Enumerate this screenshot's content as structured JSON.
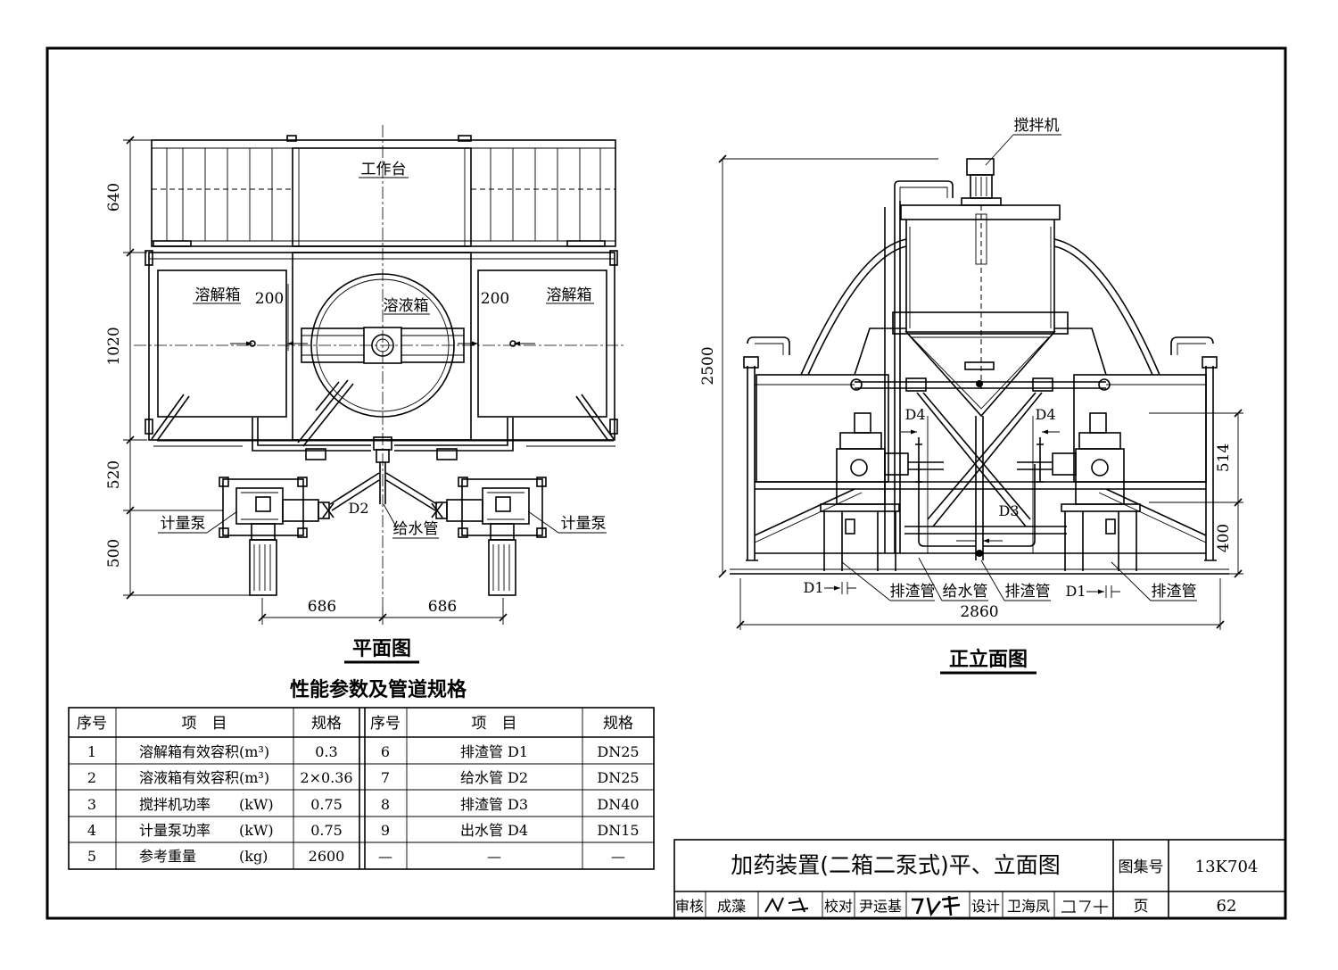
{
  "plan": {
    "title": "平面图",
    "labels": {
      "workbench": "工作台",
      "dissolve_left": "溶解箱",
      "dissolve_right": "溶解箱",
      "solution": "溶液箱",
      "pump_left": "计量泵",
      "pump_right": "计量泵",
      "water_pipe": "给水管",
      "d2": "D2"
    },
    "dims": {
      "v640": "640",
      "v1020": "1020",
      "v520": "520",
      "v500": "500",
      "gap_left": "200",
      "gap_right": "200",
      "h686_left": "686",
      "h686_right": "686"
    }
  },
  "elevation": {
    "title": "正立面图",
    "labels": {
      "mixer": "搅拌机",
      "d4_left": "D4",
      "d4_right": "D4",
      "d3": "D3",
      "d1_left": "D1",
      "d1_right": "D1",
      "slag_1": "排渣管",
      "water": "给水管",
      "slag_2": "排渣管",
      "slag_3": "排渣管"
    },
    "dims": {
      "v2500": "2500",
      "v514": "514",
      "v400": "400",
      "h2860": "2860"
    }
  },
  "spec_table": {
    "title": "性能参数及管道规格",
    "headers": [
      "序号",
      "项　目",
      "规格",
      "序号",
      "项　目",
      "规格"
    ],
    "rows": [
      [
        "1",
        "溶解箱有效容积(m³)",
        "0.3",
        "6",
        "排渣管 D1",
        "DN25"
      ],
      [
        "2",
        "溶液箱有效容积(m³)",
        "2×0.36",
        "7",
        "给水管 D2",
        "DN25"
      ],
      [
        "3",
        "搅拌机功率　　(kW)",
        "0.75",
        "8",
        "排渣管 D3",
        "DN40"
      ],
      [
        "4",
        "计量泵功率　　(kW)",
        "0.75",
        "9",
        "出水管 D4",
        "DN15"
      ],
      [
        "5",
        "参考重量　　　(kg)",
        "2600",
        "—",
        "—",
        "—"
      ]
    ]
  },
  "title_block": {
    "drawing_title": "加药装置(二箱二泵式)平、立面图",
    "atlas_label": "图集号",
    "atlas_no": "13K704",
    "review_label": "审核",
    "reviewer": "成藻",
    "check_label": "校对",
    "checker": "尹运基",
    "design_label": "设计",
    "designer": "卫海凤",
    "page_label": "页",
    "page_no": "62"
  }
}
